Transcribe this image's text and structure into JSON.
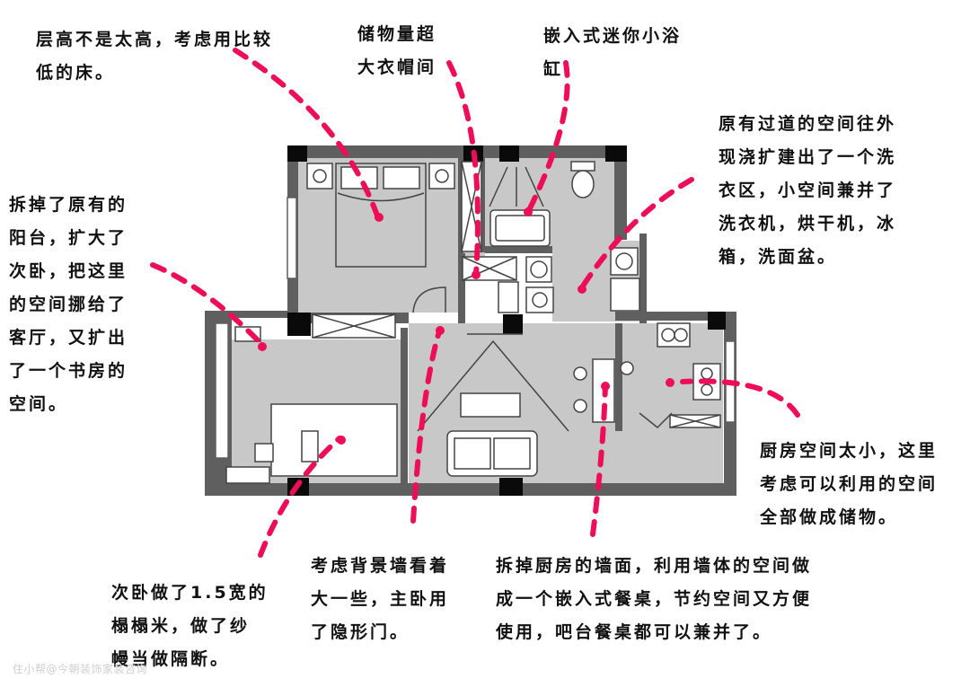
{
  "annotations": {
    "bed": [
      "层高不是太高，考虑用比较",
      "低的床。"
    ],
    "closet": [
      "储物量超",
      "大衣帽间"
    ],
    "tub": [
      "嵌入式迷你小浴",
      "缸"
    ],
    "laundry": [
      "原有过道的空间往外",
      "现浇扩建出了一个洗",
      "衣区，小空间兼并了",
      "洗衣机，烘干机，冰",
      "箱，洗面盆。"
    ],
    "balcony": [
      "拆掉了原有的",
      "阳台，扩大了",
      "次卧，把这里",
      "的空间挪给了",
      "客厅，又扩出",
      "了一个书房的",
      "空间。"
    ],
    "kitchen": [
      "厨房空间太小，这里",
      "考虑可以利用的空间",
      "全部做成储物。"
    ],
    "secondary_bedroom": [
      "次卧做了1.5宽的",
      "榻榻米，做了纱",
      "幔当做隔断。"
    ],
    "tv_wall": [
      "考虑背景墙看着",
      "大一些，主卧用",
      "了隐形门。"
    ],
    "dining": [
      "拆掉厨房的墙面，利用墙体的空间做",
      "成一个嵌入式餐桌，节约空间又方便",
      "使用，吧台餐桌都可以兼并了。"
    ]
  },
  "watermark": "住小帮@今朝装饰家装咨询",
  "colors": {
    "wall": "#5f5f5f",
    "floor": "#c8c8c8",
    "pillar": "#0a0a0a",
    "leader": "#ee0d57",
    "furniture": "#ffffff"
  }
}
